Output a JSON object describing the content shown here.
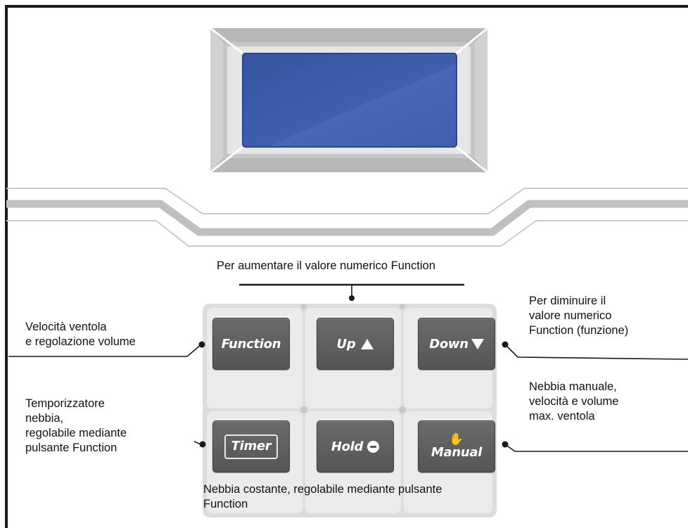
{
  "annotations": {
    "up": "Per aumentare il valore numerico Function",
    "function": "Velocità ventola\ne regolazione volume",
    "down": "Per diminuire il\nvalore numerico\nFunction (funzione)",
    "timer": "Temporizzatore\nnebbia,\nregolabile mediante\npulsante Function",
    "manual": "Nebbia manuale,\nvelocità e volume\nmax. ventola",
    "hold": "Nebbia costante, regolabile mediante pulsante\nFunction"
  },
  "buttons": {
    "function": "Function",
    "up": "Up",
    "down": "Down",
    "timer": "Timer",
    "hold": "Hold",
    "manual": "Manual"
  },
  "icons": {
    "up": "triangle-up-icon",
    "down": "triangle-down-icon",
    "hold": "hold-circle-icon",
    "manual": "hand-icon"
  },
  "colors": {
    "display": "#3f5fae",
    "button": "#5e5f61",
    "bezel": "#c4c5c7",
    "outline": "#1a1a1a"
  }
}
